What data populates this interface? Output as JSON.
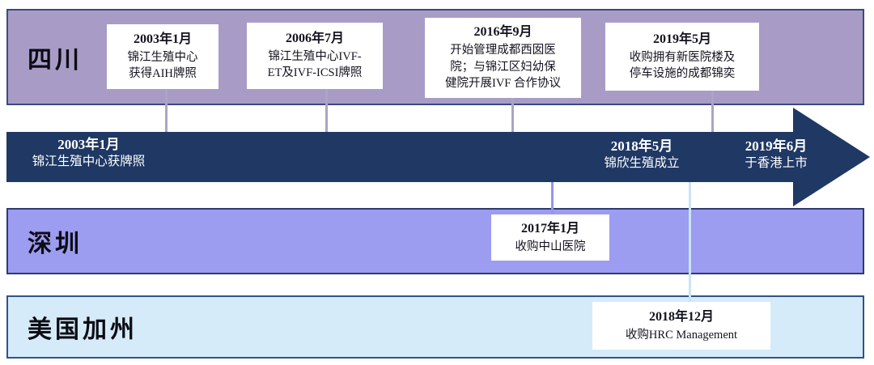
{
  "lanes": {
    "sichuan": {
      "label": "四川"
    },
    "shenzhen": {
      "label": "深圳"
    },
    "california": {
      "label": "美国加州"
    }
  },
  "arrow_milestones": {
    "m2003": {
      "date": "2003年1月",
      "text": "锦江生殖中心获牌照"
    },
    "m2018": {
      "date": "2018年5月",
      "text": "锦欣生殖成立"
    },
    "m2019": {
      "date": "2019年6月",
      "text": "于香港上市"
    }
  },
  "events": {
    "e2003": {
      "date": "2003年1月",
      "line1": "锦江生殖中心",
      "line2": "获得AIH牌照"
    },
    "e2006": {
      "date": "2006年7月",
      "line1": "锦江生殖中心IVF-",
      "line2": "ET及IVF-ICSI牌照"
    },
    "e2016": {
      "date": "2016年9月",
      "line1": "开始管理成都西囡医",
      "line2": "院；与锦江区妇幼保",
      "line3": "健院开展IVF 合作协议"
    },
    "e2019": {
      "date": "2019年5月",
      "line1": "收购拥有新医院楼及",
      "line2": "停车设施的成都锦奕"
    },
    "e2017": {
      "date": "2017年1月",
      "line1": "收购中山医院"
    },
    "e2018": {
      "date": "2018年12月",
      "line1": "收购HRC Management"
    }
  },
  "colors": {
    "sichuan_band_fill": "#a89cc6",
    "shenzhen_band_fill": "#9c9cf0",
    "california_band_fill": "#d6ebf9",
    "timeline_arrow_fill": "#1f3864",
    "connector_gray": "#a8a6c4",
    "connector_purple": "#9595ea",
    "connector_blue": "#c9e4f6"
  }
}
